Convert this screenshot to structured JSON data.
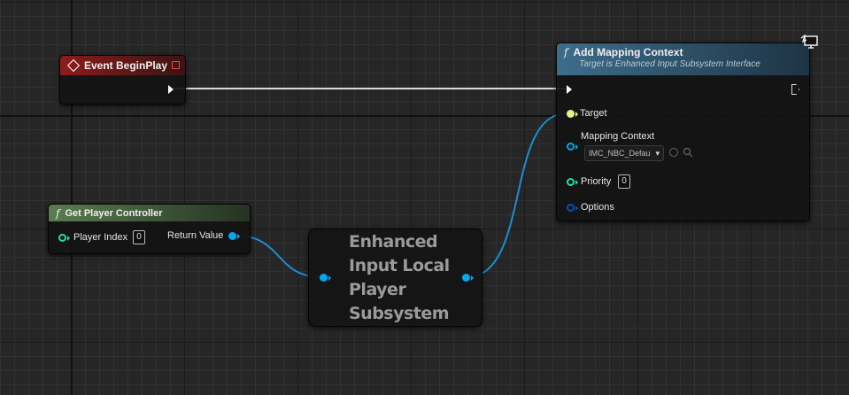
{
  "nodes": {
    "event_begin_play": {
      "title": "Event BeginPlay"
    },
    "get_player_controller": {
      "title": "Get Player Controller",
      "player_index_label": "Player Index",
      "player_index_value": "0",
      "return_value_label": "Return Value"
    },
    "enhanced_input_subsystem": {
      "title_lines": [
        "Enhanced",
        "Input Local",
        "Player",
        "Subsystem"
      ]
    },
    "add_mapping_context": {
      "title": "Add Mapping Context",
      "subtitle": "Target is Enhanced Input Subsystem Interface",
      "target_label": "Target",
      "mapping_context_label": "Mapping Context",
      "mapping_context_value": "IMC_NBC_Defau",
      "priority_label": "Priority",
      "priority_value": "0",
      "options_label": "Options"
    }
  },
  "colors": {
    "exec_pin": "#ffffff",
    "object_pin": "#00a8f0",
    "int_pin": "#1fe0a8",
    "struct_pin": "#0050c8",
    "target_pin": "#e8f090",
    "wire_object": "#1a8fd0",
    "wire_exec": "#e0e0e0",
    "event_header": "#8c1c1c",
    "pure_header": "#5a7d4f",
    "function_header": "#3d6d8c"
  },
  "icons": {
    "function": "function-icon",
    "event": "event-diamond-icon",
    "breakpoint": "delegate-pin-icon",
    "context_sensitive": "monitor-icon"
  }
}
